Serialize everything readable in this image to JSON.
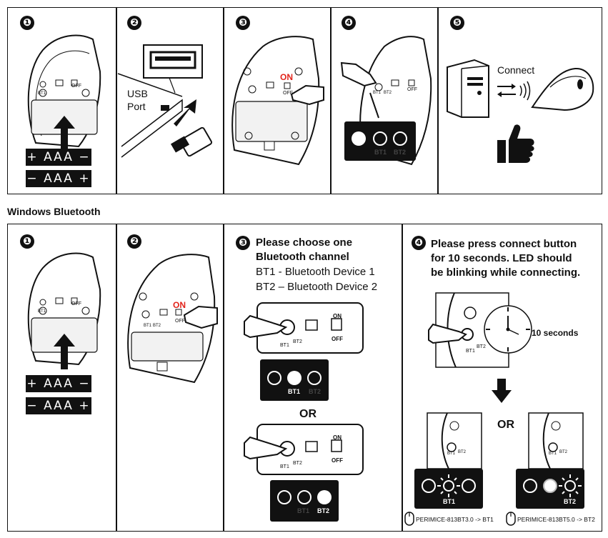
{
  "steps_top": [
    "❶",
    "❷",
    "❸",
    "❹",
    "❺"
  ],
  "top": {
    "battery_1": "AAA",
    "battery_2": "AAA",
    "usb_label": "USB",
    "port_label": "Port",
    "on_label": "ON",
    "off_label": "OFF",
    "bt1": "BT1",
    "bt2": "BT2",
    "connect_label": "Connect"
  },
  "section_title": "Windows Bluetooth",
  "steps_bottom": [
    "❶",
    "❷",
    "❸",
    "❹"
  ],
  "bottom": {
    "battery_1": "AAA",
    "battery_2": "AAA",
    "on_label": "ON",
    "off_label": "OFF",
    "bt1": "BT1",
    "bt2": "BT2",
    "step3_title_1": "Please choose one",
    "step3_title_2": "Bluetooth channel",
    "step3_line1": "BT1 -  Bluetooth Device 1",
    "step3_line2": "BT2 – Bluetooth Device 2",
    "or_label": "OR",
    "step4_title_1": "Please press connect button",
    "step4_title_2": "for 10 seconds. LED should",
    "step4_title_3": "be blinking while connecting.",
    "ten_seconds": "10 seconds",
    "device_bt1": "PERIMICE-813BT3.0 -> BT1",
    "device_bt2": "PERIMICE-813BT5.0 -> BT2"
  },
  "colors": {
    "accent_on": "#e2231a",
    "ink": "#111111"
  }
}
